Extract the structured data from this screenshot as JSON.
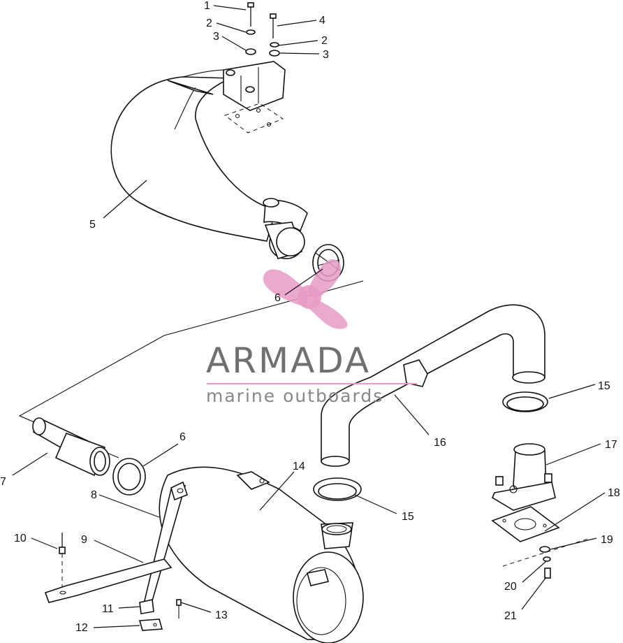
{
  "watermark": {
    "brand": "ARMADA",
    "tagline": "marine outboards",
    "logo_color": "#e79bc4",
    "rule_color": "#e79bc4"
  },
  "callouts": {
    "n1": "1",
    "n2a": "2",
    "n2b": "2",
    "n3a": "3",
    "n3b": "3",
    "n4": "4",
    "n5": "5",
    "n6a": "6",
    "n6b": "6",
    "n7": "7",
    "n8": "8",
    "n9": "9",
    "n10": "10",
    "n11": "11",
    "n12": "12",
    "n13": "13",
    "n14": "14",
    "n15a": "15",
    "n15b": "15",
    "n16": "16",
    "n17": "17",
    "n18": "18",
    "n19": "19",
    "n20": "20",
    "n21": "21"
  }
}
